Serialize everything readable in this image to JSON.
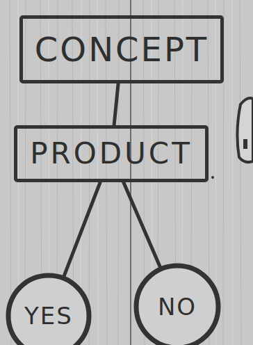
{
  "diagram": {
    "nodes": [
      {
        "text": [
          "CONCEPT"
        ]
      },
      {
        "text": [
          "PRODUCT"
        ]
      },
      {
        "text": [
          "YES"
        ]
      },
      {
        "text": [
          "NO"
        ]
      }
    ],
    "edges": [
      {
        "from": 0,
        "to": 1,
        "arrow": "none"
      },
      {
        "from": 1,
        "to": 2,
        "arrow": "none"
      },
      {
        "from": 1,
        "to": 3,
        "arrow": "none"
      }
    ]
  }
}
